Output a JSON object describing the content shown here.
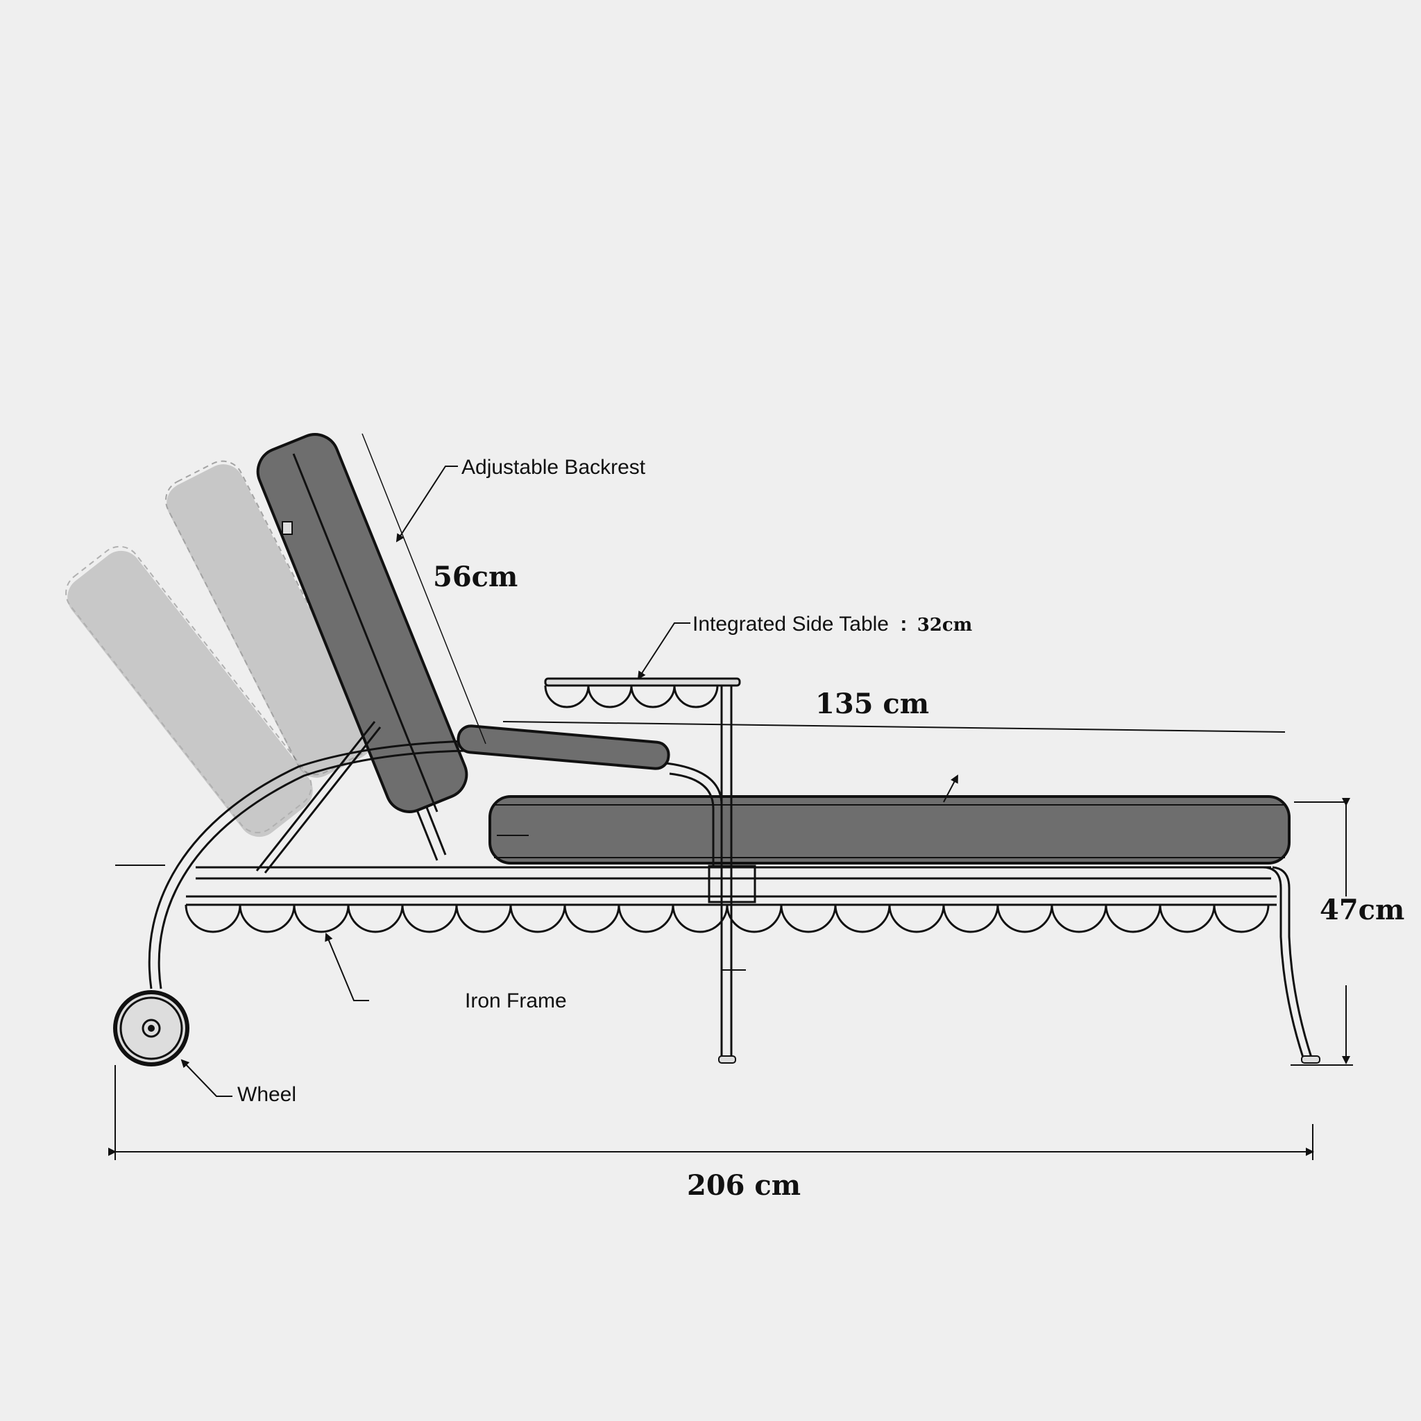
{
  "labels": {
    "adjustable_backrest": "Adjustable Backrest",
    "backrest_length": "56cm",
    "side_table": "Integrated Side Table",
    "side_table_sep": ":",
    "side_table_size": "32cm",
    "seat_length": "135 cm",
    "height": "47cm",
    "iron_frame": "Iron Frame",
    "wheel": "Wheel",
    "total_length": "206 cm"
  },
  "colors": {
    "background": "#efefef",
    "cushion": "#6e6e6e",
    "line": "#111111",
    "ghost": "#9a9a9a"
  }
}
